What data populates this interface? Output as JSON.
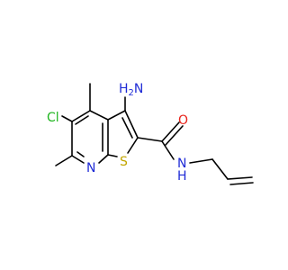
{
  "colors": {
    "background": "#ffffff",
    "bond": "#000000",
    "nitrogen": "#1f2bd6",
    "oxygen": "#e8231b",
    "sulfur": "#c2a600",
    "chlorine": "#1fb51f"
  },
  "labels": {
    "amino_h": "H",
    "amino_subscript": "2",
    "amino_n": "N",
    "chlorine": "Cl",
    "oxygen": "O",
    "ring_nitrogen": "N",
    "sulfur": "S",
    "amide_n": "N",
    "amide_h": "H"
  }
}
